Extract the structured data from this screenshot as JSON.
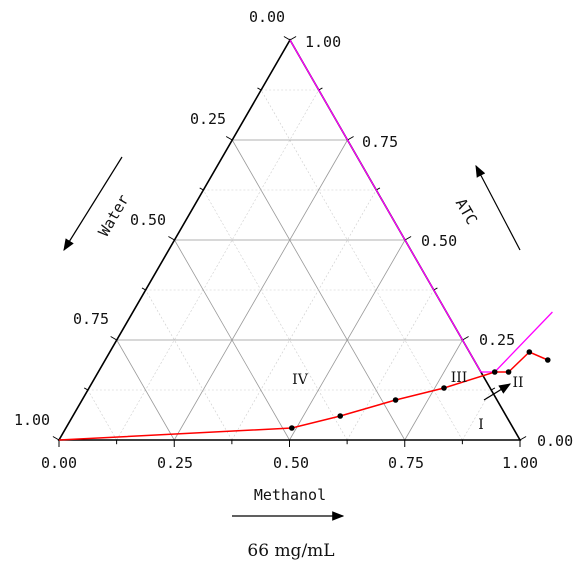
{
  "chart_data": {
    "type": "ternary-phase-diagram",
    "caption": "66 mg/mL",
    "axes": {
      "left": {
        "label": "Water",
        "ticks": [
          "0.00",
          "0.25",
          "0.50",
          "0.75",
          "1.00"
        ],
        "ticks_labeled": [
          0,
          0.25,
          0.5,
          0.75,
          1.0
        ]
      },
      "right": {
        "label": "ATC",
        "ticks": [
          "0.00",
          "0.25",
          "0.50",
          "0.75",
          "1.00"
        ],
        "ticks_labeled": [
          0,
          0.25,
          0.5,
          0.75,
          1.0
        ]
      },
      "bottom": {
        "label": "Methanol",
        "ticks": [
          "0.00",
          "0.25",
          "0.50",
          "0.75",
          "1.00"
        ],
        "ticks_labeled": [
          0,
          0.25,
          0.5,
          0.75,
          1.0
        ]
      }
    },
    "grid": {
      "major_step": 0.25,
      "minor_step": 0.125,
      "major_color": "#999999",
      "minor_color": "#cccccc"
    },
    "regions": [
      "I",
      "II",
      "III",
      "IV"
    ],
    "series": [
      {
        "color": "#ff0000",
        "marker": "circle",
        "marker_color": "#000000",
        "points": [
          {
            "methanol": 0.0,
            "atc": 0.0
          },
          {
            "methanol": 0.49,
            "atc": 0.03
          },
          {
            "methanol": 0.58,
            "atc": 0.06
          },
          {
            "methanol": 0.68,
            "atc": 0.1
          },
          {
            "methanol": 0.77,
            "atc": 0.13
          },
          {
            "methanol": 0.86,
            "atc": 0.17
          },
          {
            "methanol": 0.89,
            "atc": 0.17
          },
          {
            "methanol": 0.91,
            "atc": 0.22
          },
          {
            "methanol": 0.96,
            "atc": 0.2
          }
        ]
      }
    ],
    "boundaries": [
      {
        "color": "#ff00ff",
        "points": [
          {
            "methanol": 0.0,
            "atc": 1.0
          },
          {
            "methanol": 0.83,
            "atc": 0.17
          },
          {
            "methanol": 0.86,
            "atc": 0.17
          },
          {
            "methanol": 0.91,
            "atc": 0.32
          },
          {
            "methanol": 0.86,
            "atc": 0.17
          }
        ]
      }
    ]
  }
}
